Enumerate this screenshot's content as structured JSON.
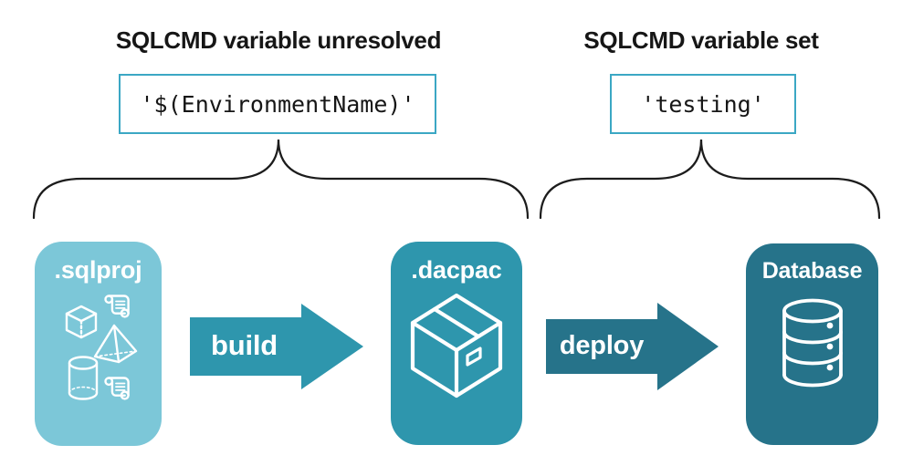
{
  "diagram": {
    "annotations": [
      {
        "heading": "SQLCMD variable unresolved",
        "code": "'$(EnvironmentName)'"
      },
      {
        "heading": "SQLCMD variable set",
        "code": "'testing'"
      }
    ],
    "stages": [
      {
        "label": ".sqlproj",
        "icon": "sql-project-objects-icon",
        "fill": "#7cc7d8"
      },
      {
        "label": ".dacpac",
        "icon": "package-box-icon",
        "fill": "#2e96ad"
      },
      {
        "label": "Database",
        "icon": "database-cylinder-icon",
        "fill": "#26738a"
      }
    ],
    "arrows": [
      {
        "label": "build",
        "fill": "#2e96ad"
      },
      {
        "label": "deploy",
        "fill": "#26738a"
      }
    ],
    "colors": {
      "code_box_border": "#3ba7c4",
      "brace_stroke": "#1c1c1c",
      "heading_text": "#161616",
      "icon_stroke": "#ffffff",
      "background": "#ffffff"
    }
  }
}
